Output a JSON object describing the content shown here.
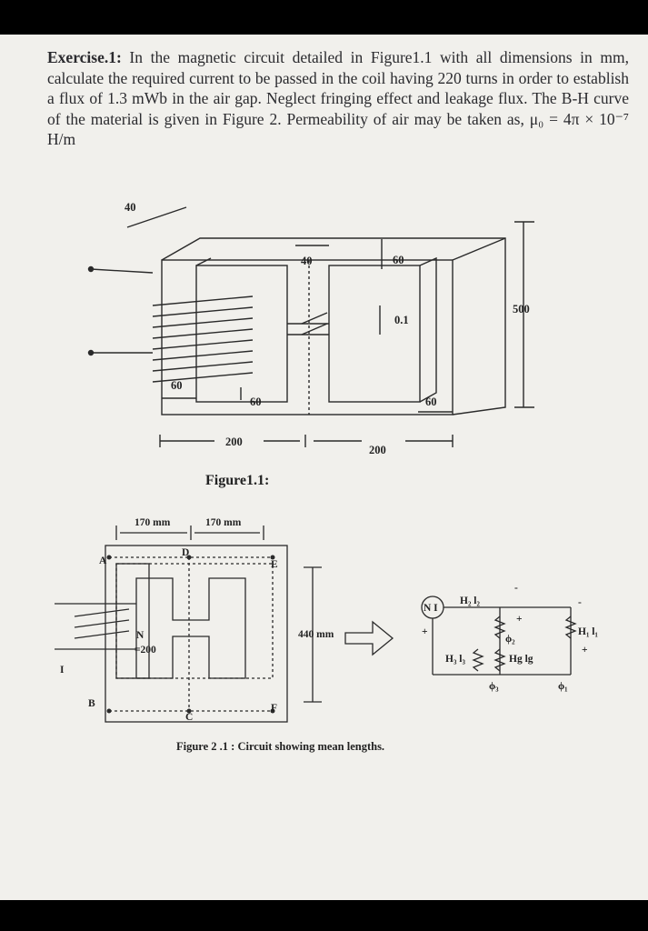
{
  "problem": {
    "label": "Exercise.1:",
    "text": "In the magnetic circuit detailed in Figure1.1 with all dimensions in mm, calculate the required current to be passed in the coil having 220 turns in order to establish a flux of 1.3 mWb in the air gap. Neglect fringing effect and leakage flux. The B-H curve of the material is given in Figure 2. Permeability of air may be taken as, μ₀ = 4π × 10⁻⁷ H/m"
  },
  "figure1": {
    "caption": "Figure1.1:",
    "dims": {
      "top_width": "40",
      "center_width": "40",
      "top_yoke": "60",
      "gap": "0.1",
      "height": "500",
      "left_leg": "60",
      "left_inner": "60",
      "right_leg": "60",
      "left_span": "200",
      "right_span": "200"
    }
  },
  "figure2": {
    "caption": "Figure 2 .1 : Circuit showing mean lengths.",
    "dims": {
      "left_half": "170 mm",
      "right_half": "170 mm",
      "height": "440 mm",
      "turns_n": "N",
      "turns_value": "=200",
      "current": "I"
    },
    "nodes": {
      "a": "A",
      "b": "B",
      "c": "C",
      "d": "D",
      "e": "E",
      "f": "F"
    },
    "circuit": {
      "source": "N I",
      "h2l2": "H₂ l₂",
      "h3l3": "H₃ l₃",
      "hglg": "Hg lg",
      "h1l1": "H₁ l₁",
      "phi1": "ϕ₁",
      "phi2": "ϕ₂",
      "phi3": "ϕ₃",
      "plus": "+",
      "minus": "-"
    }
  }
}
